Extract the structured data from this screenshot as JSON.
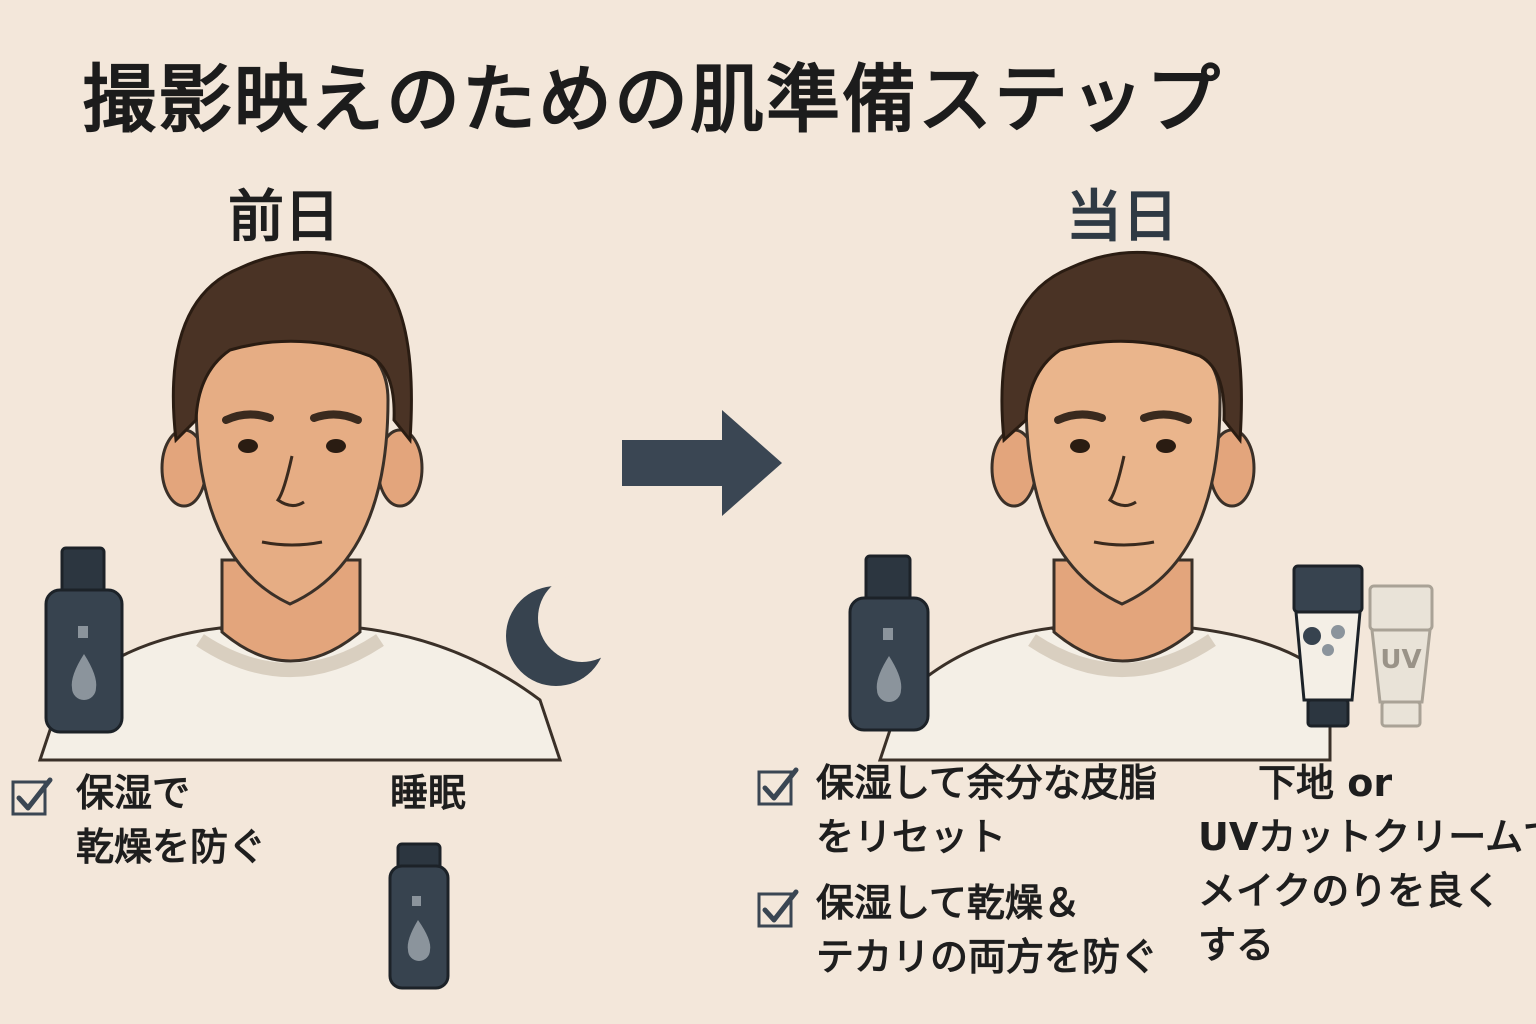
{
  "title": "撮影映えのための肌準備ステップ",
  "before": {
    "label": "前日",
    "items": [
      {
        "lines": [
          "保湿で",
          "乾燥を防ぐ"
        ]
      }
    ],
    "sleep_label": "睡眠"
  },
  "day_of": {
    "label": "当日",
    "items": [
      {
        "lines": [
          "保湿して余分な皮脂",
          "をリセット"
        ]
      },
      {
        "lines": [
          "保湿して乾燥＆",
          "テカリの両方を防ぐ"
        ]
      }
    ],
    "base_lines": [
      "下地 or",
      "UVカットクリームで",
      "メイクのりを良く",
      "する"
    ],
    "uv_tube_label": "UV"
  },
  "colors": {
    "background": "#f3e7da",
    "skin": "#e6ad84",
    "hair": "#4a3325",
    "bottle": "#37434f",
    "arrow": "#3a4653"
  }
}
